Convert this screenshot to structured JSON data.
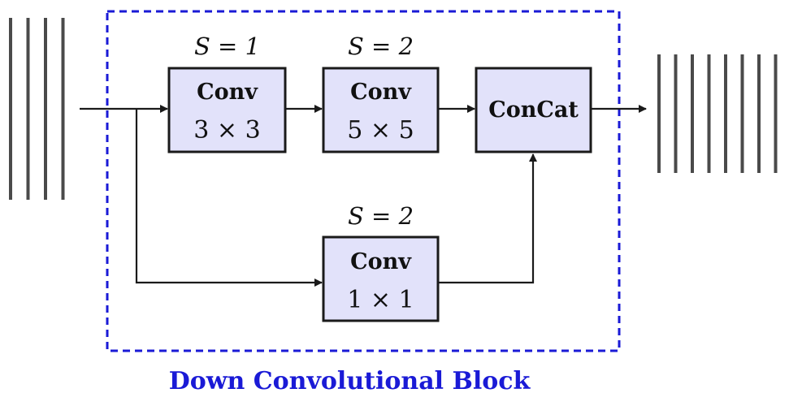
{
  "blocks": {
    "conv3": {
      "title": "Conv",
      "size": "3 × 3",
      "stride": "S = 1"
    },
    "conv5": {
      "title": "Conv",
      "size": "5 × 5",
      "stride": "S = 2"
    },
    "conv1": {
      "title": "Conv",
      "size": "1 × 1",
      "stride": "S = 2"
    },
    "concat": {
      "title": "ConCat"
    }
  },
  "caption": "Down Convolutional Block",
  "input_feature_maps": 4,
  "output_feature_maps": 8,
  "colors": {
    "block_fill": "#e2e2fa",
    "frame": "#1a1ad6",
    "caption": "#1a1ad6",
    "feature_map": "#4a4a4a"
  }
}
